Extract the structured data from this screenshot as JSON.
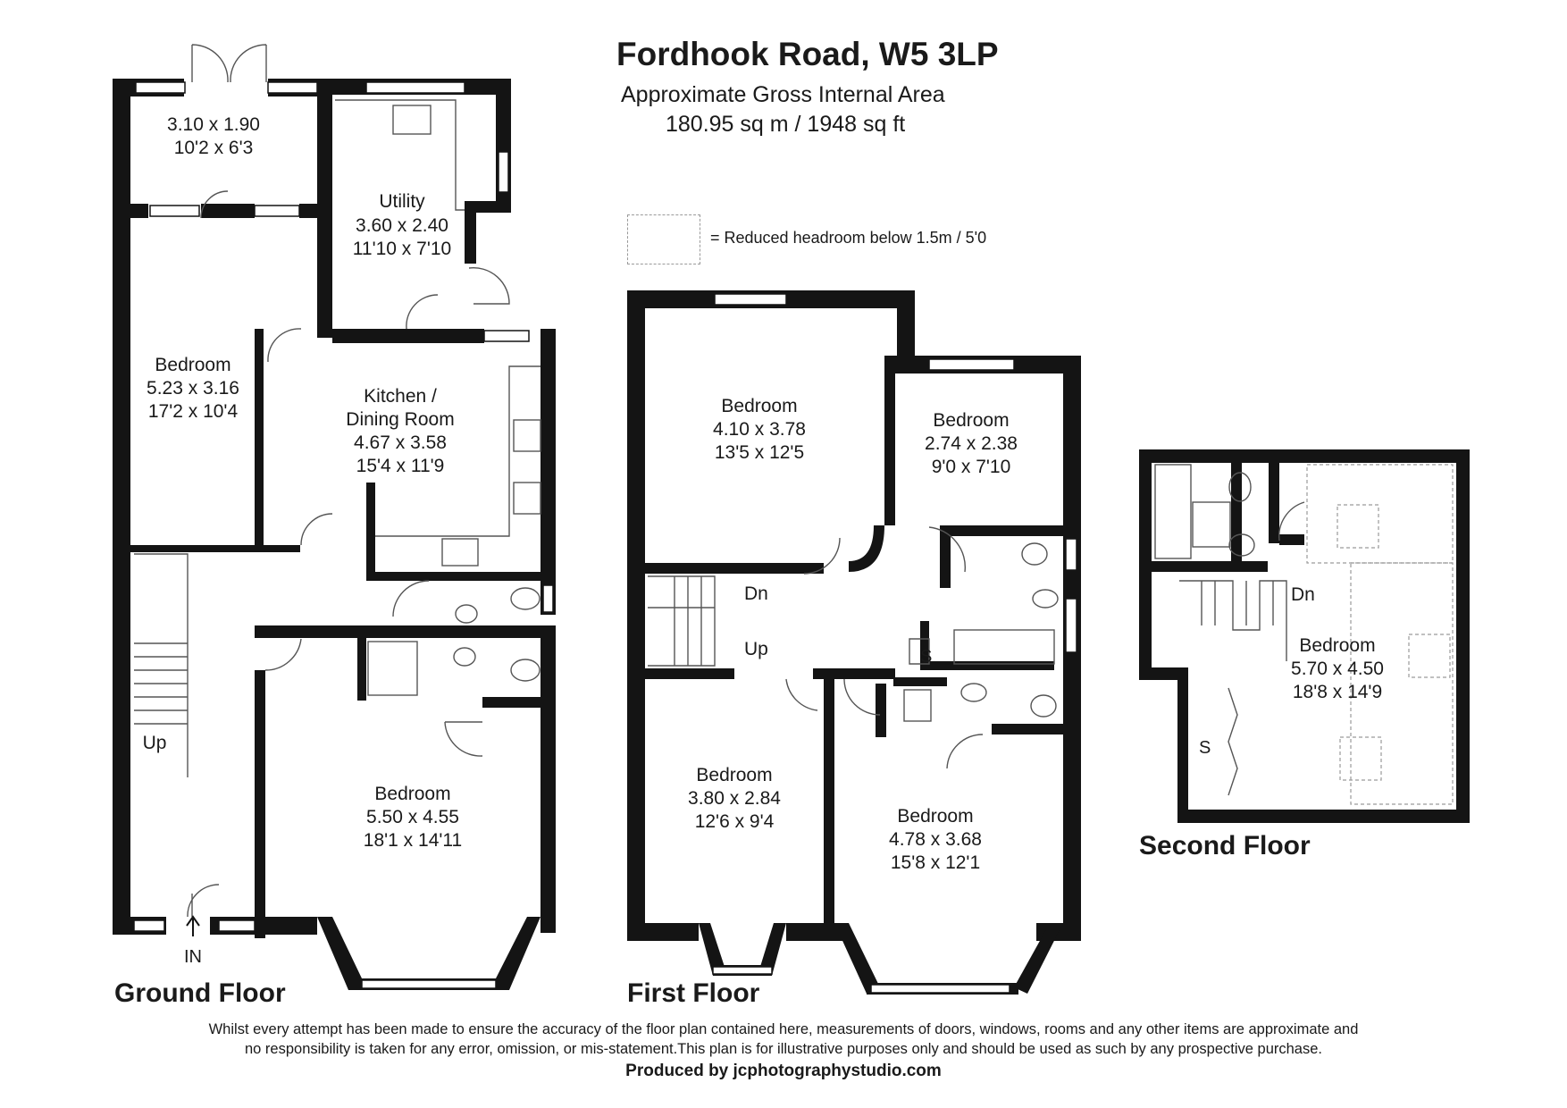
{
  "header": {
    "title": "Fordhook Road, W5 3LP",
    "subtitle": "Approximate Gross Internal Area",
    "area": "180.95 sq m / 1948 sq ft"
  },
  "legend": {
    "label": "= Reduced headroom below 1.5m / 5'0"
  },
  "floors": {
    "ground": {
      "label": "Ground Floor",
      "rooms": {
        "conservatory": {
          "dims_m": "3.10 x 1.90",
          "dims_ft": "10'2 x 6'3"
        },
        "utility": {
          "name": "Utility",
          "dims_m": "3.60 x 2.40",
          "dims_ft": "11'10 x 7'10"
        },
        "bedroom_rear": {
          "name": "Bedroom",
          "dims_m": "5.23 x 3.16",
          "dims_ft": "17'2 x 10'4"
        },
        "kitchen": {
          "name_line1": "Kitchen /",
          "name_line2": "Dining Room",
          "dims_m": "4.67 x 3.58",
          "dims_ft": "15'4 x 11'9"
        },
        "bedroom_front": {
          "name": "Bedroom",
          "dims_m": "5.50 x 4.55",
          "dims_ft": "18'1 x 14'11"
        }
      },
      "stairs_label": "Up",
      "entrance_label": "IN"
    },
    "first": {
      "label": "First Floor",
      "rooms": {
        "bedroom_rear_left": {
          "name": "Bedroom",
          "dims_m": "4.10 x 3.78",
          "dims_ft": "13'5 x 12'5"
        },
        "bedroom_rear_right": {
          "name": "Bedroom",
          "dims_m": "2.74 x 2.38",
          "dims_ft": "9'0 x 7'10"
        },
        "bedroom_front_left": {
          "name": "Bedroom",
          "dims_m": "3.80 x 2.84",
          "dims_ft": "12'6 x 9'4"
        },
        "bedroom_front_right": {
          "name": "Bedroom",
          "dims_m": "4.78 x 3.68",
          "dims_ft": "15'8 x 12'1"
        }
      },
      "stairs_down": "Dn",
      "stairs_up": "Up",
      "storage": "S"
    },
    "second": {
      "label": "Second Floor",
      "rooms": {
        "bedroom": {
          "name": "Bedroom",
          "dims_m": "5.70 x 4.50",
          "dims_ft": "18'8 x 14'9"
        }
      },
      "stairs_down": "Dn",
      "storage": "S"
    }
  },
  "disclaimer": {
    "line1": "Whilst every attempt has been made to ensure the accuracy of the floor plan contained here, measurements of doors, windows, rooms and any other items are approximate and",
    "line2": "no responsibility is taken for any error, omission, or mis-statement.This plan is for illustrative purposes only and should be used as such by any prospective purchase.",
    "produced_by": "Produced by jcphotographystudio.com"
  },
  "colors": {
    "wall": "#141414",
    "fixture": "#555555",
    "reduced_headroom": "#9a9a9a"
  }
}
